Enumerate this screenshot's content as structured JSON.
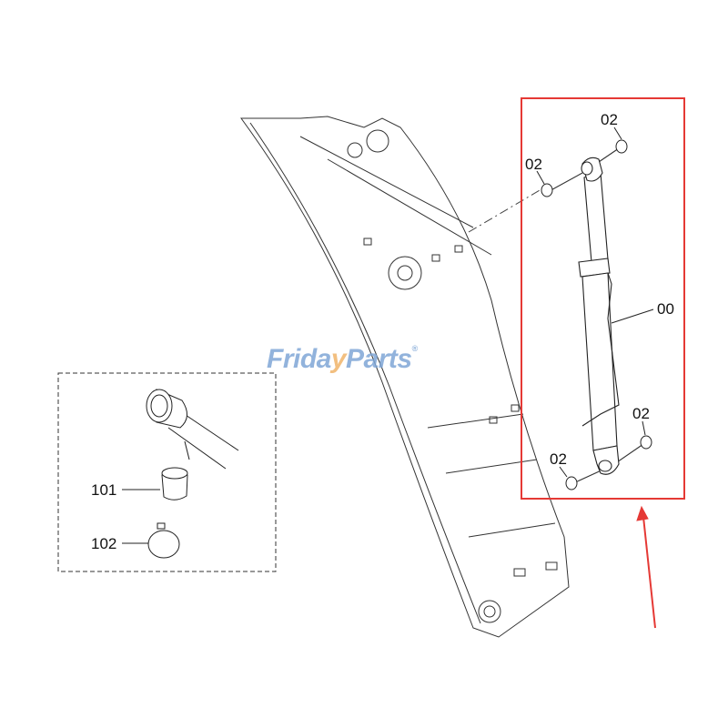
{
  "watermark": {
    "part1": "Frida",
    "part2": "y",
    "part3": "Parts",
    "mark": "®",
    "colors": {
      "text": "#7fa6d6",
      "accent": "#f0b46a"
    }
  },
  "labels": {
    "cylinder": "00",
    "bushing_top_right": "02",
    "bushing_top_left": "02",
    "bushing_bottom_right": "02",
    "bushing_bottom_left": "02",
    "detail_bushing": "101",
    "detail_ring": "102"
  },
  "highlight": {
    "color": "#e53935"
  }
}
